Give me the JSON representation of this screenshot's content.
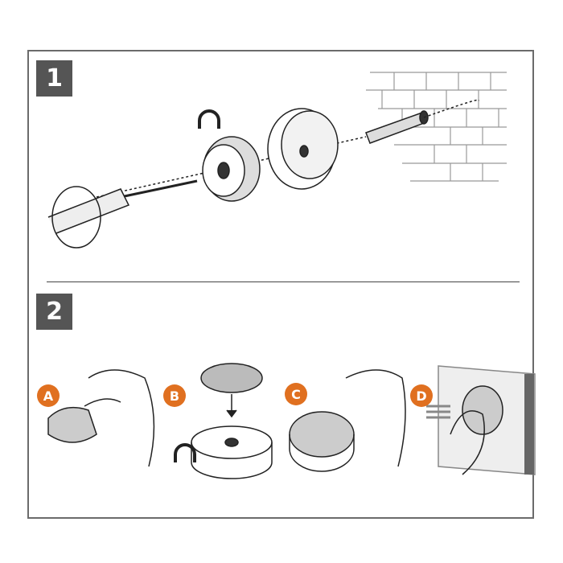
{
  "steps": [
    {
      "label": "1"
    },
    {
      "label": "2"
    }
  ],
  "substeps": [
    {
      "label": "A"
    },
    {
      "label": "B"
    },
    {
      "label": "C"
    },
    {
      "label": "D"
    }
  ],
  "colors": {
    "frame": "#6b6b6b",
    "step_badge": "#555555",
    "substep_badge": "#e07020",
    "fill_gray": "#cfcfcf"
  },
  "icons": [
    "magnet-icon",
    "screwdriver-icon",
    "screw-icon",
    "wall-plug-icon",
    "brick-wall-icon",
    "hand-icon",
    "adhesive-pad-icon"
  ]
}
